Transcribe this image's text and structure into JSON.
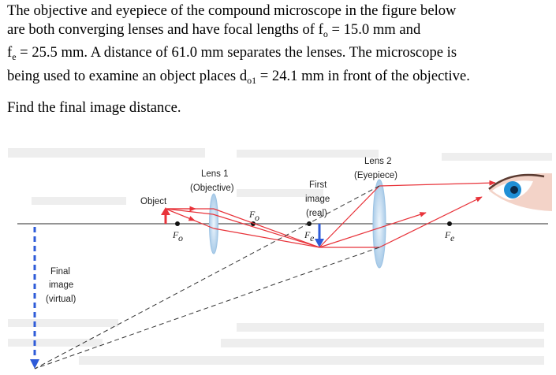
{
  "problem": {
    "line1": "The objective and eyepiece of the compound microscope in the figure below",
    "line2a": "are both converging lenses and have focal lengths of f",
    "line2_sub": "o",
    "line2b": " = 15.0 mm and",
    "line3a": "f",
    "line3_sub": "e",
    "line3b": " = 25.5 mm.  A distance of 61.0 mm separates the lenses.  The microscope is",
    "line4a": "being used to examine an object places d",
    "line4_sub": "o1",
    "line4b": " = 24.1 mm in front of the objective."
  },
  "question": "Find the final image distance.",
  "figure": {
    "lens1_title": "Lens 1",
    "lens1_subtitle": "(Objective)",
    "lens2_title": "Lens 2",
    "lens2_subtitle": "(Eyepiece)",
    "object_label": "Object",
    "first_image_label_1": "First",
    "first_image_label_2": "image",
    "first_image_label_3": "(real)",
    "final_image_label_1": "Final",
    "final_image_label_2": "image",
    "final_image_label_3": "(virtual)",
    "fo_label": "F",
    "fo_sub": "o",
    "fe_label": "F",
    "fe_sub": "e",
    "colors": {
      "ray": "#e8333a",
      "final_image": "#2e5bd8",
      "object_arrow": "#e8333a",
      "lens": "#b9d6ee",
      "axis": "#555555",
      "eye_iris": "#1f8fd6"
    }
  }
}
